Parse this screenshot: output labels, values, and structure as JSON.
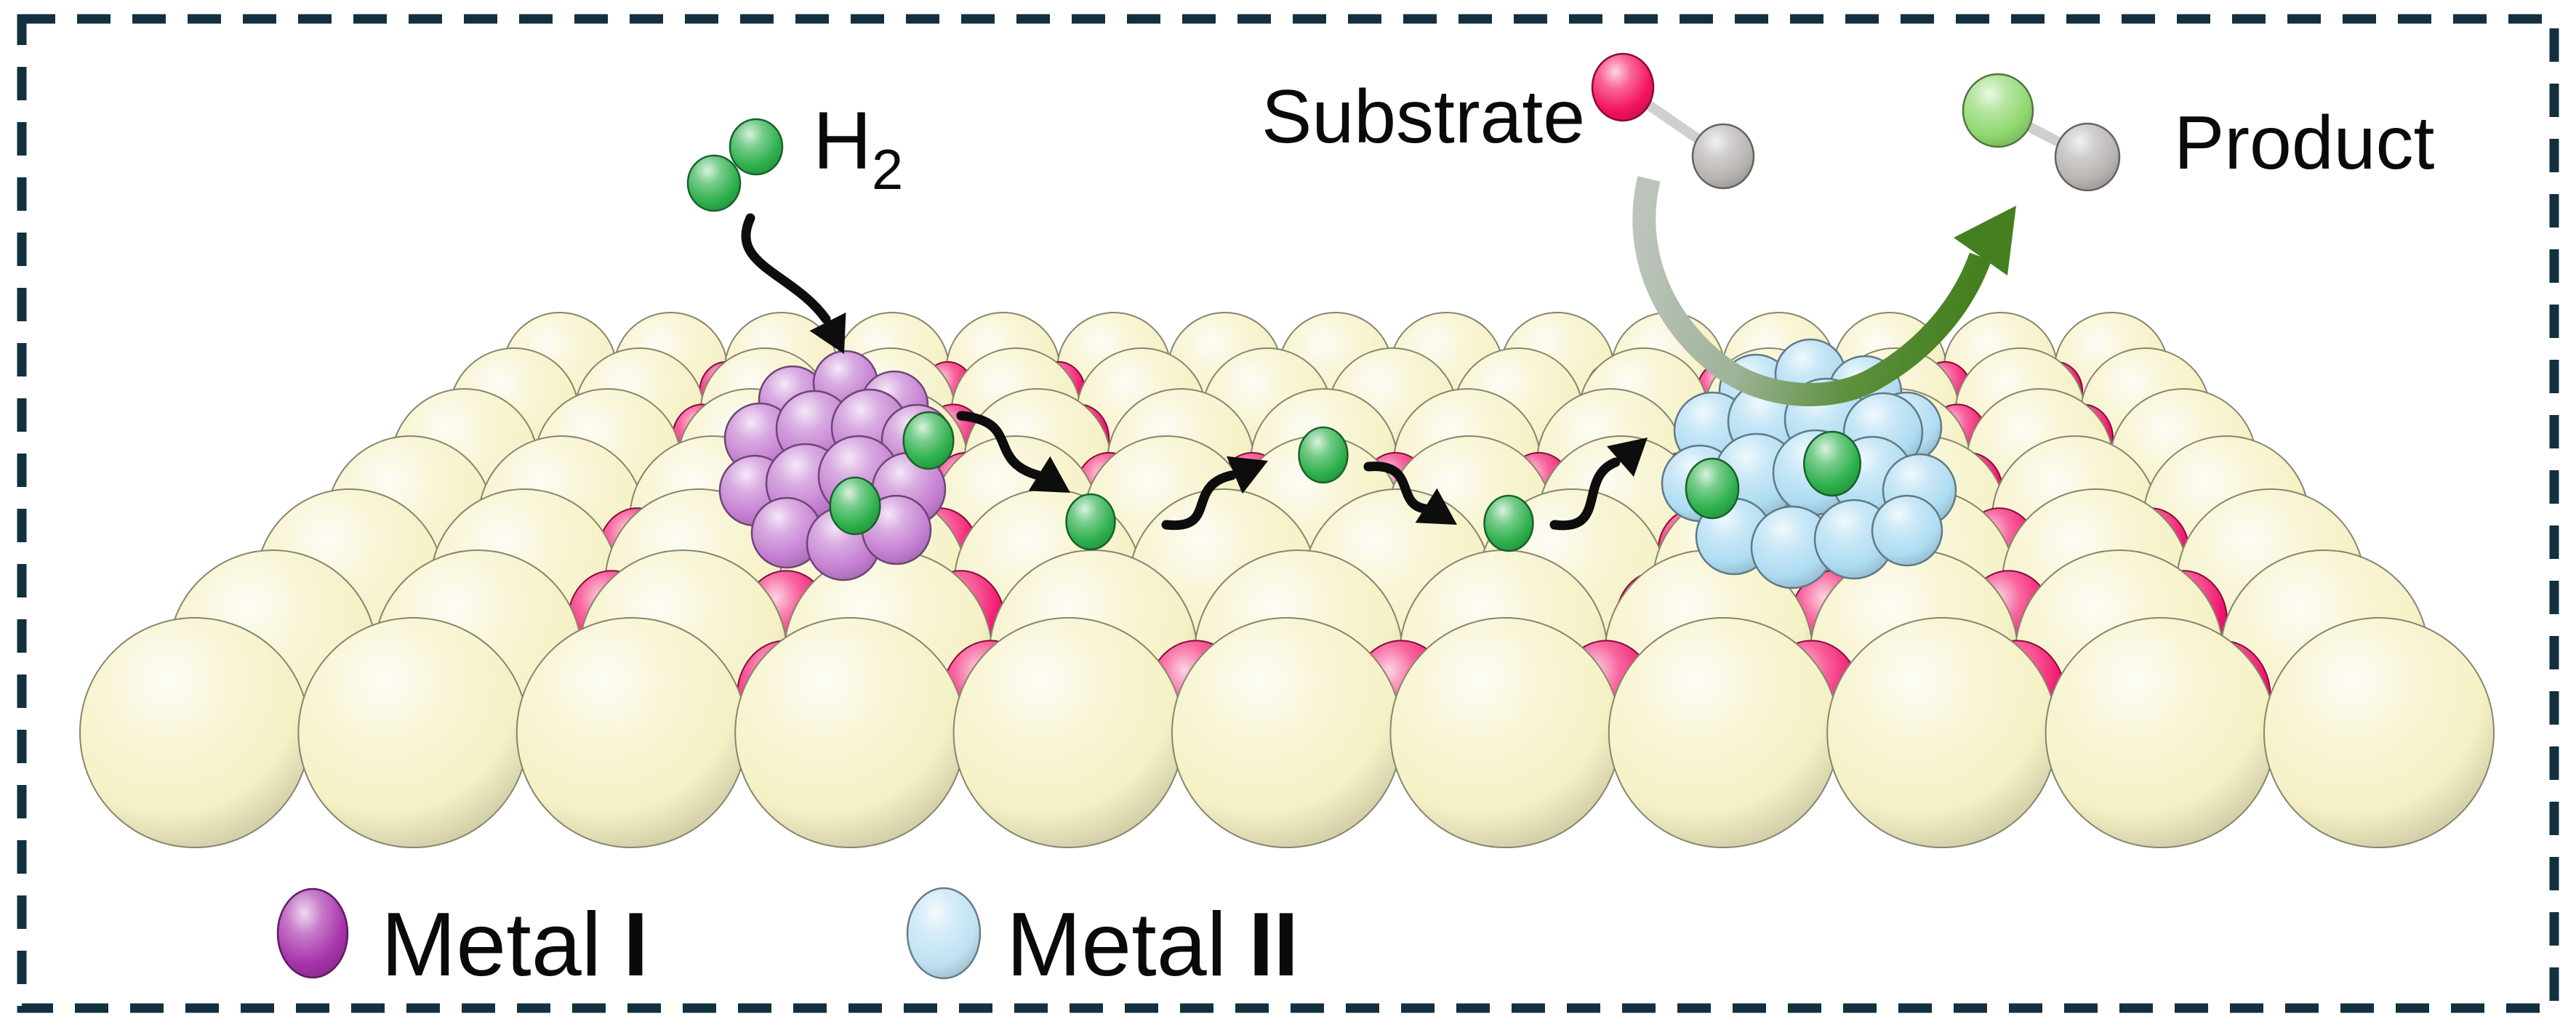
{
  "labels": {
    "h2": {
      "symbol": "H",
      "subscript": "2"
    },
    "substrate": "Substrate",
    "product": "Product"
  },
  "legend": {
    "items": [
      {
        "label": "Metal",
        "numeral": "I",
        "color": "#a733ab"
      },
      {
        "label": "Metal",
        "numeral": "II",
        "color": "#bfe2f3"
      }
    ]
  },
  "colors": {
    "background": "#ffffff",
    "border": "#12303f",
    "text": "#0a0a0a",
    "support_atom": "#f5f1c5",
    "oxygen_atom": "#f2146b",
    "hydrogen_atom": "#2db04c",
    "metal1_atom": "#c57fd2",
    "metal2_atom": "#aedcf2",
    "metal1_legend": "#a733ab",
    "metal2_legend": "#bfe2f3",
    "substrate_head_atom": "#f5135f",
    "carrier_atom": "#b7b4b1",
    "product_head_atom": "#8fd76e",
    "bond": "#cfcfcf",
    "black_arrow": "#0d0d0d",
    "product_arrow": "#44801f",
    "substrate_arrow_gray": "#bdc4bd"
  }
}
